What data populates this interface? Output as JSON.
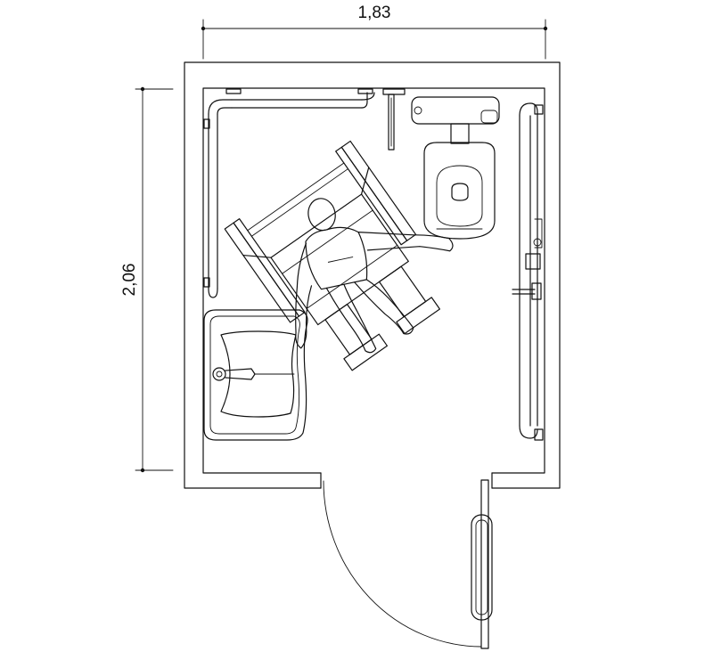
{
  "plan": {
    "width_dimension": "1,83",
    "depth_dimension": "2,06"
  },
  "colors": {
    "line": "#111111",
    "background": "#ffffff"
  },
  "icons": {
    "dimension_mark": "tick-dot",
    "door_swing": "quarter-arc",
    "wheelchair_user": "person-in-wheelchair-topview"
  }
}
